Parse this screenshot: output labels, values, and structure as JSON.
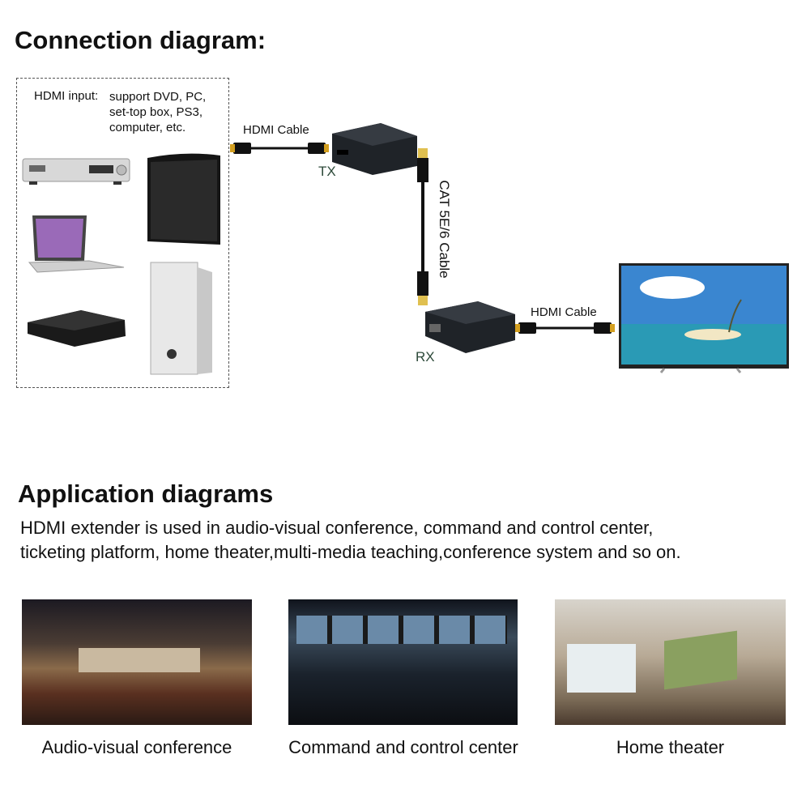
{
  "connection": {
    "title": "Connection diagram:",
    "input_label": "HDMI input:",
    "input_devices": [
      "support DVD, PC,",
      "set-top box, PS3,",
      "computer, etc."
    ],
    "hdmi_cable_label_1": "HDMI Cable",
    "tx_label": "TX",
    "cat_cable_label": "CAT 5E/6 Cable",
    "rx_label": "RX",
    "hdmi_cable_label_2": "HDMI Cable"
  },
  "application": {
    "title": "Application diagrams",
    "description": [
      "HDMI extender is used in audio-visual conference, command and control center,",
      "ticketing platform, home theater,multi-media teaching,conference system and so on."
    ],
    "photos": [
      {
        "caption": "Audio-visual conference"
      },
      {
        "caption": "Command and control center"
      },
      {
        "caption": "Home theater"
      }
    ]
  }
}
